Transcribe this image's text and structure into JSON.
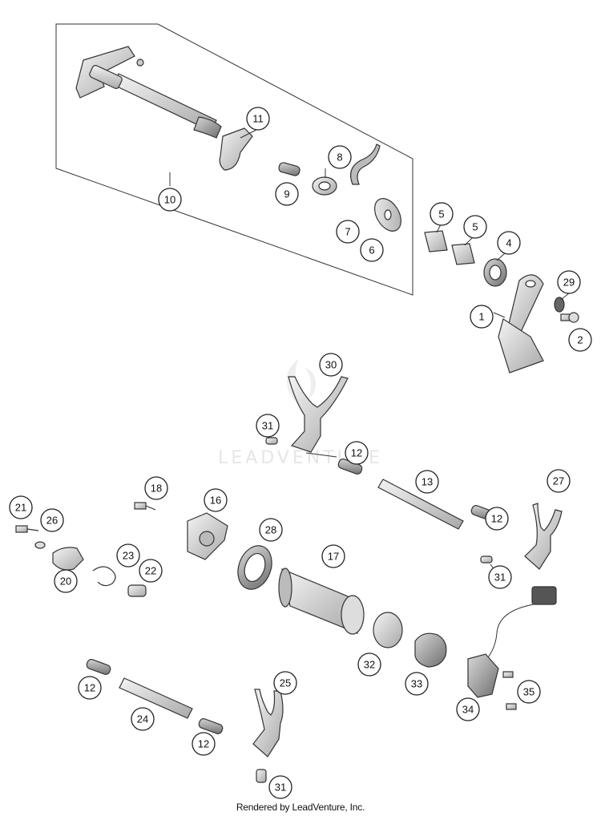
{
  "watermark": "LEADVENTURE",
  "footer": "Rendered by LeadVenture, Inc.",
  "callouts": {
    "c11": "11",
    "c8": "8",
    "c9": "9",
    "c10": "10",
    "c7": "7",
    "c6": "6",
    "c5a": "5",
    "c5b": "5",
    "c4": "4",
    "c29": "29",
    "c1": "1",
    "c2": "2",
    "c30": "30",
    "c31a": "31",
    "c12a": "12",
    "c13": "13",
    "c27": "27",
    "c12b": "12",
    "c31b": "31",
    "c21": "21",
    "c26": "26",
    "c18": "18",
    "c16": "16",
    "c28": "28",
    "c17": "17",
    "c20": "20",
    "c23": "23",
    "c22": "22",
    "c32": "32",
    "c33": "33",
    "c34": "34",
    "c35": "35",
    "c12c": "12",
    "c24": "24",
    "c25": "25",
    "c12d": "12",
    "c31c": "31"
  }
}
